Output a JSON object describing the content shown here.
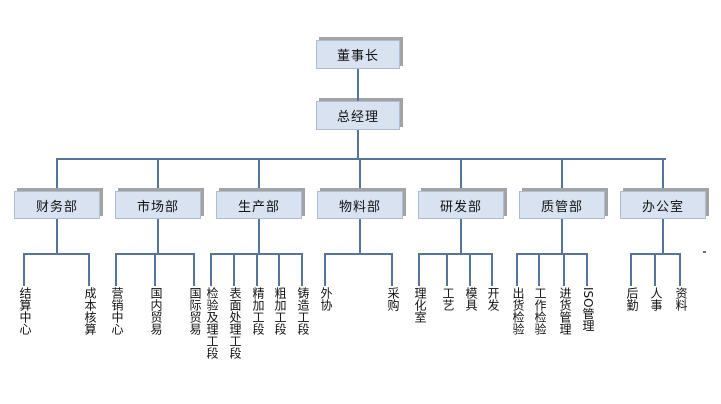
{
  "colors": {
    "box_fill": "#d9e2f1",
    "box_border": "#aebdd6",
    "shadow": "#a3a3a3",
    "line": "#56749c",
    "text": "#111111"
  },
  "chart": {
    "type": "org-chart",
    "root": "董事长",
    "level2": "总经理",
    "departments": [
      {
        "label": "财务部",
        "children": [
          "结算中心",
          "成本核算"
        ]
      },
      {
        "label": "市场部",
        "children": [
          "营销中心",
          "国内贸易",
          "国际贸易"
        ]
      },
      {
        "label": "生产部",
        "children": [
          "检验及理工段",
          "表面处理工段",
          "精加工段",
          "粗加工段",
          "铸造工段"
        ]
      },
      {
        "label": "物料部",
        "children": [
          "外协",
          "采购"
        ]
      },
      {
        "label": "研发部",
        "children": [
          "理化室",
          "工艺",
          "模具",
          "开发"
        ]
      },
      {
        "label": "质管部",
        "children": [
          "出货检验",
          "工作检验",
          "进货管理",
          "ISO管理"
        ]
      },
      {
        "label": "办公室",
        "children": [
          "后勤",
          "人事",
          "资料"
        ]
      }
    ]
  }
}
